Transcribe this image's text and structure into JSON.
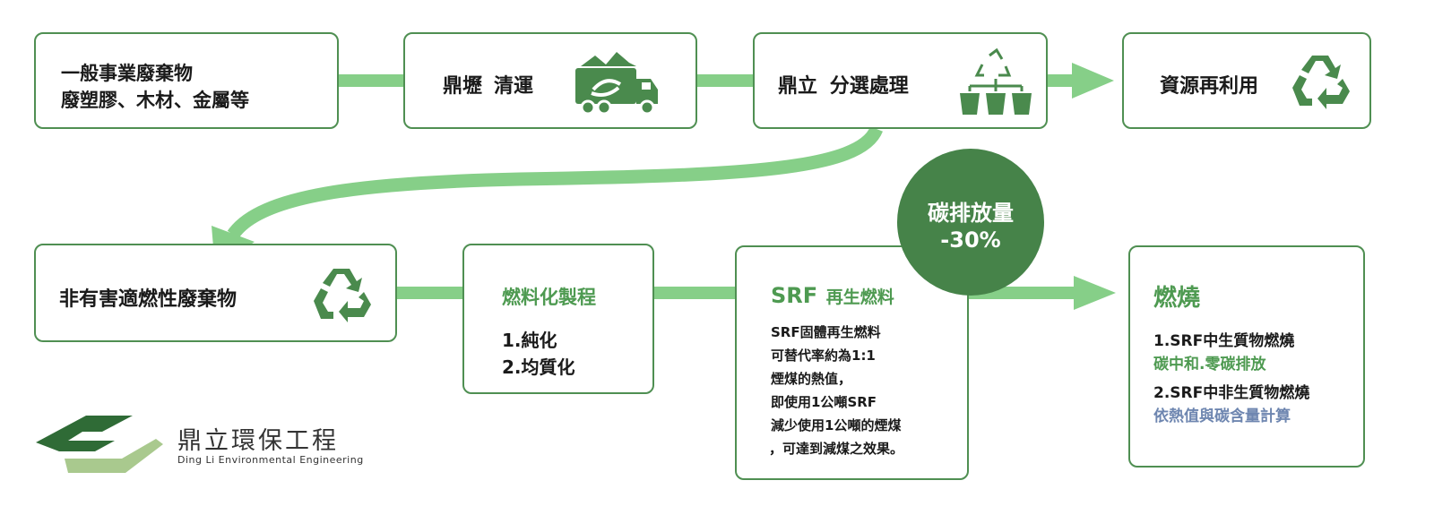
{
  "colors": {
    "accent_light": "#86cf88",
    "accent_dark": "#4a8a4d",
    "border": "#4f8f52",
    "circle": "#468349",
    "blue_text": "#6e86b0",
    "green_text": "#4e9a51"
  },
  "row1": {
    "general_waste": {
      "line1": "一般事業廢棄物",
      "line2": "廢塑膠、木材、金屬等"
    },
    "collection": {
      "company": "鼎壢",
      "service": "清運",
      "icon": "garbage-truck-icon"
    },
    "sorting": {
      "company": "鼎立",
      "service": "分選處理",
      "icon": "recycle-sorting-icon"
    },
    "reuse": {
      "label": "資源再利用",
      "icon": "recycle-icon"
    }
  },
  "row2": {
    "non_hazardous": {
      "label": "非有害適燃性廢棄物",
      "icon": "recycle-icon"
    },
    "fuel_process": {
      "title": "燃料化製程",
      "items": [
        "1.純化",
        "2.均質化"
      ]
    },
    "srf": {
      "title_prefix": "SRF",
      "title_suffix": "再生燃料",
      "lines": [
        "SRF固體再生燃料",
        "可替代率約為1:1",
        "煙煤的熱值，",
        "即使用1公噸SRF",
        "減少使用1公噸的煙煤",
        "，可達到減煤之效果。"
      ]
    },
    "carbon_badge": {
      "line1": "碳排放量",
      "line2": "-30%"
    },
    "burning": {
      "title": "燃燒",
      "item1": "1.SRF中生質物燃燒",
      "item1_sub": "碳中和.零碳排放",
      "item2": "2.SRF中非生質物燃燒",
      "item2_sub": "依熱值與碳含量計算"
    }
  },
  "logo": {
    "name_zh": "鼎立環保工程",
    "name_en": "Ding Li Environmental Engineering"
  }
}
